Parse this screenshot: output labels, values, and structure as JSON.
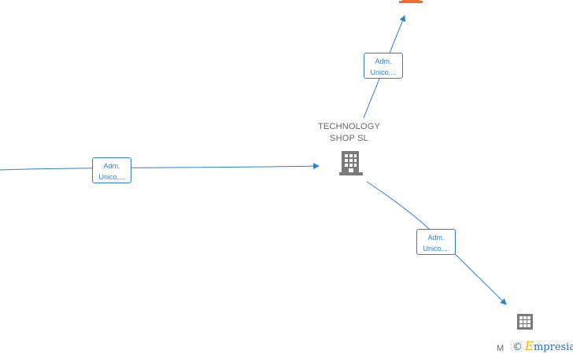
{
  "nodes": {
    "center": {
      "line1": "TECHNOLOGY",
      "line2": "SHOP  SL"
    },
    "bottom_right": {
      "partial_label": "M"
    }
  },
  "edges": {
    "top": {
      "line1": "Adm.",
      "line2": "Unico,..."
    },
    "left": {
      "line1": "Adm.",
      "line2": "Unico,..."
    },
    "bottom": {
      "line1": "Adm.",
      "line2": "Unico,..."
    }
  },
  "watermark": {
    "symbol": "©",
    "initial": "E",
    "rest": "mpresia"
  },
  "colors": {
    "edge": "#2f7fd6",
    "building": "#7a7a7a",
    "highlight_node": "#f26a2e"
  },
  "icons": [
    "building-icon",
    "building-icon-orange"
  ]
}
